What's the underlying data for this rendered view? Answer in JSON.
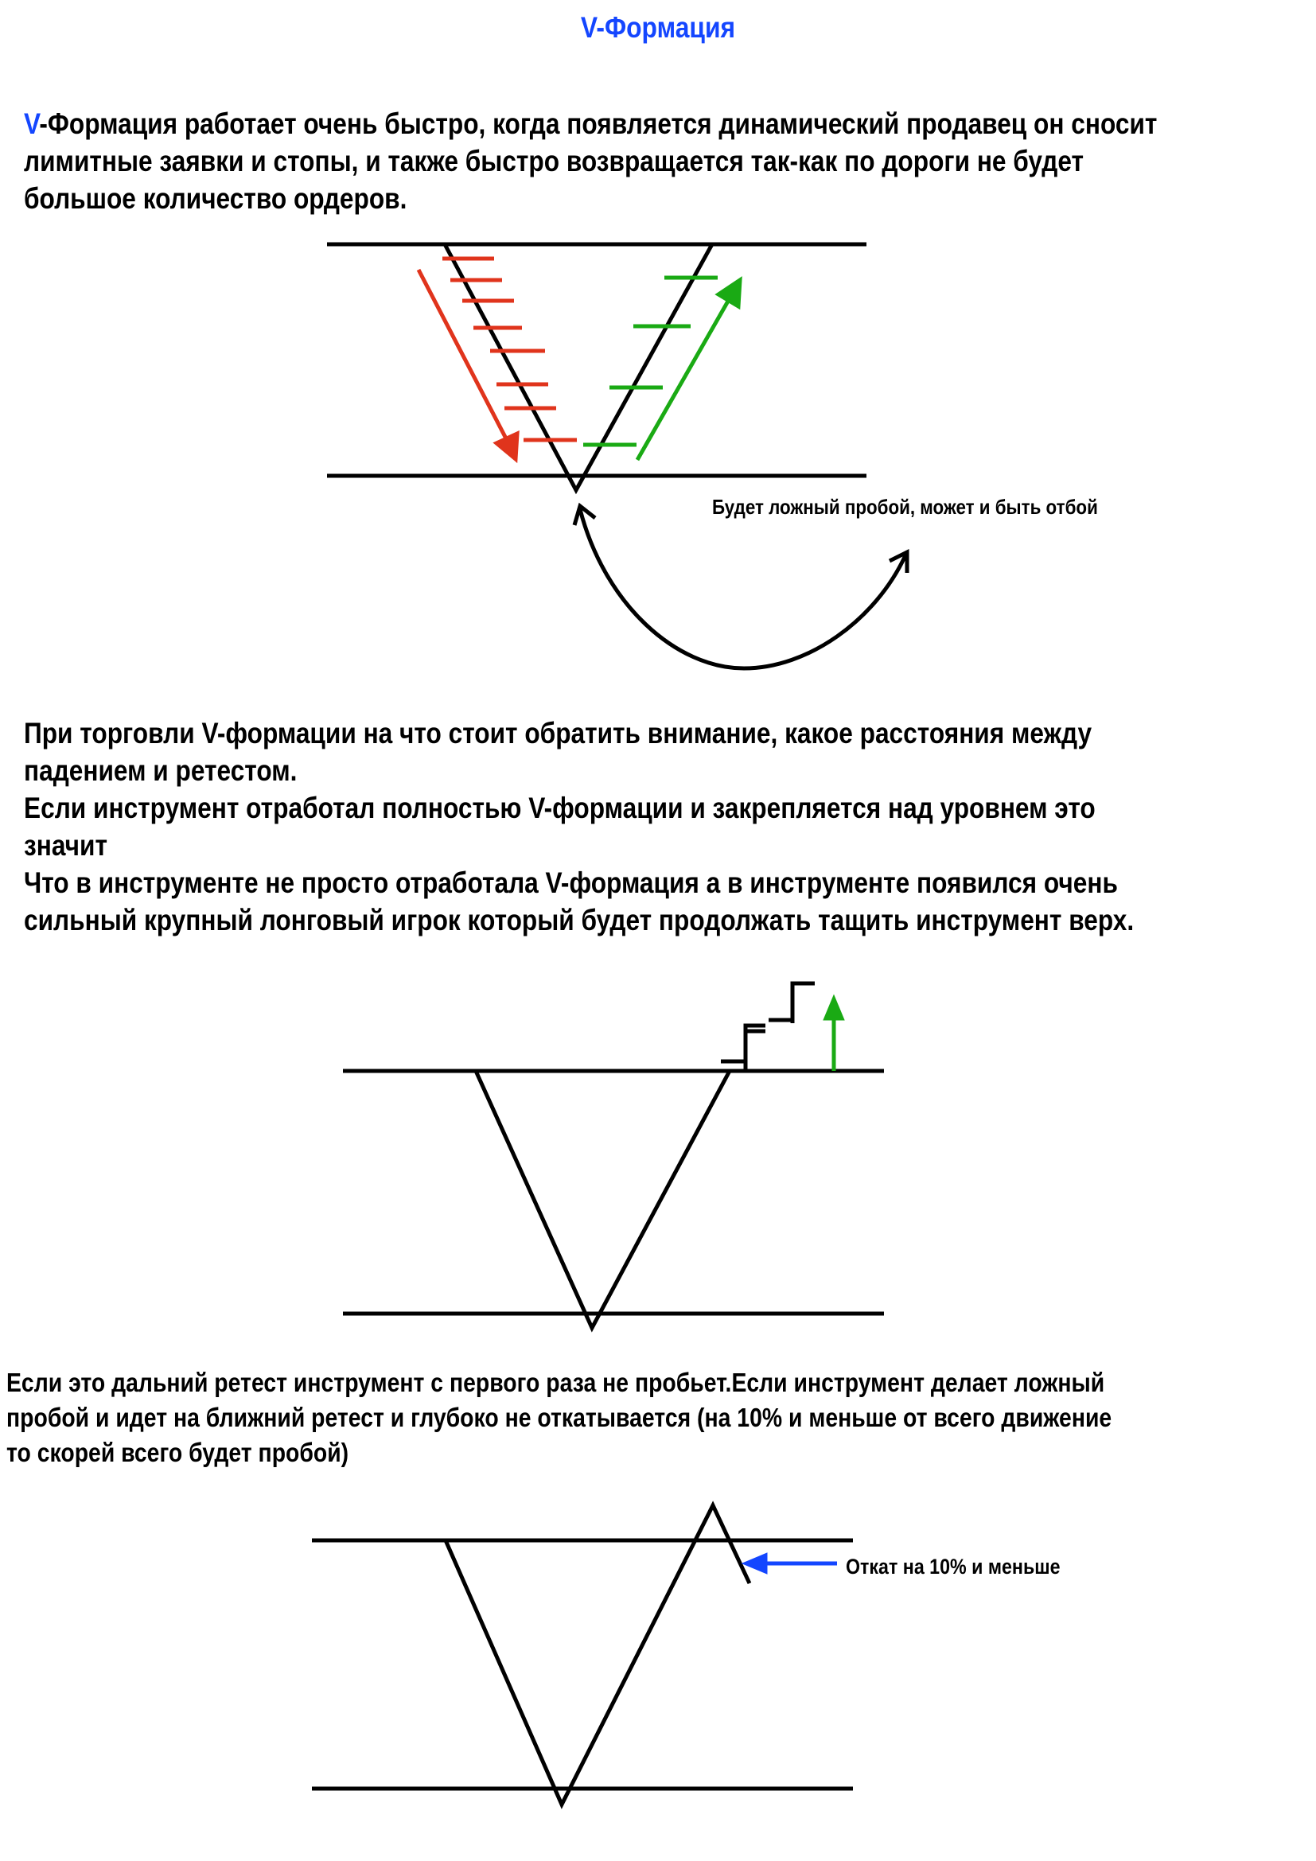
{
  "title": "V-Формация",
  "intro": {
    "first_letter": "V",
    "lines": [
      "-Формация работает очень быстро, когда появляется динамический продавец он сносит",
      "лимитные заявки и стопы, и также быстро возвращается так-как по дороги не будет",
      "большое количество ордеров."
    ]
  },
  "diagram1": {
    "note": "Будет ложный пробой, может и быть отбой",
    "colors": {
      "sell_orders": "#e0341c",
      "buy_orders": "#1aaa14",
      "lines": "#000000"
    }
  },
  "section2": {
    "lines": [
      "При торговли V-формации на что стоит обратить внимание, какое расстояния между",
      "падением и ретестом.",
      "Если инструмент отработал полностью V-формации и закрепляется над уровнем это",
      "значит",
      "Что в инструменте не просто отработала V-формация а в инструменте появился очень",
      "сильный крупный лонговый игрок который будет продолжать тащить инструмент верх."
    ]
  },
  "diagram2": {
    "colors": {
      "arrow": "#1aaa14"
    }
  },
  "section3": {
    "lines": [
      " Если это дальний ретест инструмент с первого раза не пробьет.Если инструмент делает ложный",
      "пробой и идет на ближний ретест и глубоко  не откатывается (на 10% и меньше от всего движение",
      "то скорей всего будет пробой)"
    ]
  },
  "diagram3": {
    "note": "Откат на 10% и меньше",
    "colors": {
      "arrow": "#1446ff"
    }
  }
}
